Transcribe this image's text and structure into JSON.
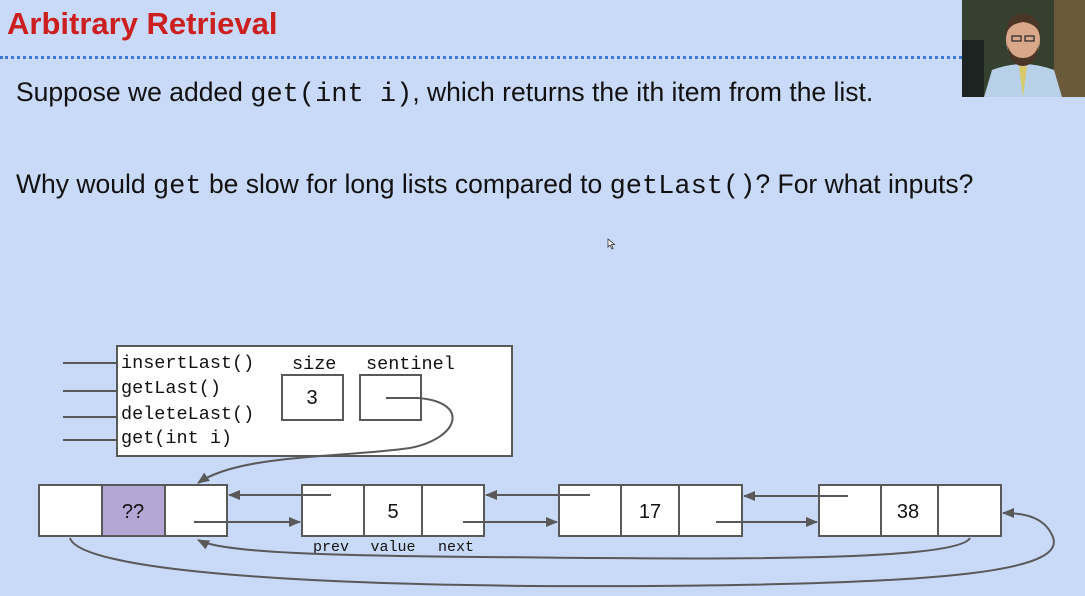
{
  "slide": {
    "title": "Arbitrary Retrieval",
    "line1": {
      "before": "Suppose we added ",
      "code": "get(int i)",
      "after": ", which returns the ith item from the list."
    },
    "line2": {
      "before": "Why would ",
      "code1": "get",
      "middle": " be slow for long lists compared to ",
      "code2": "getLast()",
      "after": "? For what inputs?"
    }
  },
  "diagram": {
    "methods": [
      "insertLast()",
      "getLast()",
      "deleteLast()",
      "get(int i)"
    ],
    "size_label": "size",
    "size_value": "3",
    "sentinel_label": "sentinel",
    "nodes": [
      {
        "value": "??",
        "highlight": true
      },
      {
        "value": "5"
      },
      {
        "value": "17"
      },
      {
        "value": "38"
      }
    ],
    "field_labels": {
      "prev": "prev",
      "value": "value",
      "next": "next"
    },
    "colors": {
      "sentinel_value": "#b4a7d6",
      "box_fill": "#ffffff",
      "arrow": "#595959",
      "title": "#cc1f1f",
      "background": "#c9daf8",
      "divider": "#3d78d8"
    }
  }
}
